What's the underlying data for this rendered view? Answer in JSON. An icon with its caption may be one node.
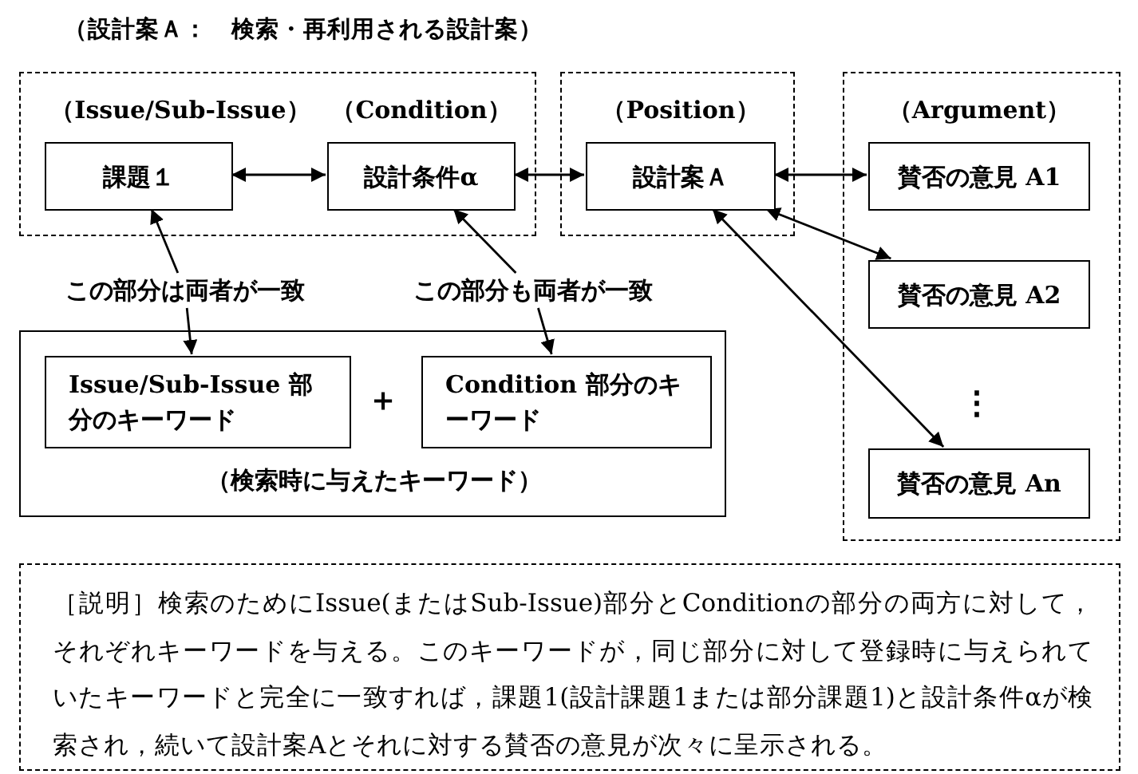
{
  "diagram": {
    "title": "（設計案Ａ：　検索・再利用される設計案）",
    "nodes": [
      {
        "text": [
          "（Issue/Sub-Issue）",
          "（Condition）"
        ]
      },
      {
        "text": [
          "課題１"
        ],
        "in": 0
      },
      {
        "text": [
          "設計条件α"
        ],
        "in": 0
      },
      {
        "text": [
          "（Position）"
        ]
      },
      {
        "text": [
          "設計案Ａ"
        ],
        "in": 3
      },
      {
        "text": [
          "（Argument）"
        ]
      },
      {
        "text": [
          "賛否の意見 A1"
        ],
        "in": 5
      },
      {
        "text": [
          "賛否の意見 A2"
        ],
        "in": 5
      },
      {
        "text": [
          "賛否の意見 An"
        ],
        "in": 5
      },
      {
        "text": [
          "この部分は両者が一致"
        ]
      },
      {
        "text": [
          "この部分も両者が一致"
        ]
      },
      {
        "text": [
          "（検索時に与えたキーワード）"
        ]
      },
      {
        "text": [
          "Issue/Sub-Issue 部分のキーワード"
        ],
        "in": 11
      },
      {
        "text": [
          "Condition 部分のキーワード"
        ],
        "in": 11
      },
      {
        "text": [
          "［説明］検索のためにIssue(またはSub-Issue)部分とConditionの部分の両方に対して，それぞれキーワードを与える。このキーワードが，同じ部分に対して登録時に与えられていたキーワードと完全に一致すれば，課題1(設計課題1または部分課題1)と設計条件αが検索され，続いて設計案Aとそれに対する賛否の意見が次々に呈示される。"
        ]
      }
    ],
    "edges": [
      {
        "from": 1,
        "to": 2,
        "arrow": "both"
      },
      {
        "from": 2,
        "to": 4,
        "arrow": "both"
      },
      {
        "from": 4,
        "to": 6,
        "arrow": "both"
      },
      {
        "from": 4,
        "to": 7,
        "arrow": "both"
      },
      {
        "from": 4,
        "to": 8,
        "arrow": "both"
      },
      {
        "from": 9,
        "to": 1,
        "arrow": "to"
      },
      {
        "from": 9,
        "to": 12,
        "arrow": "to"
      },
      {
        "from": 10,
        "to": 2,
        "arrow": "to"
      },
      {
        "from": 10,
        "to": 13,
        "arrow": "to"
      }
    ],
    "labels": [
      "＋",
      "⋮"
    ]
  }
}
